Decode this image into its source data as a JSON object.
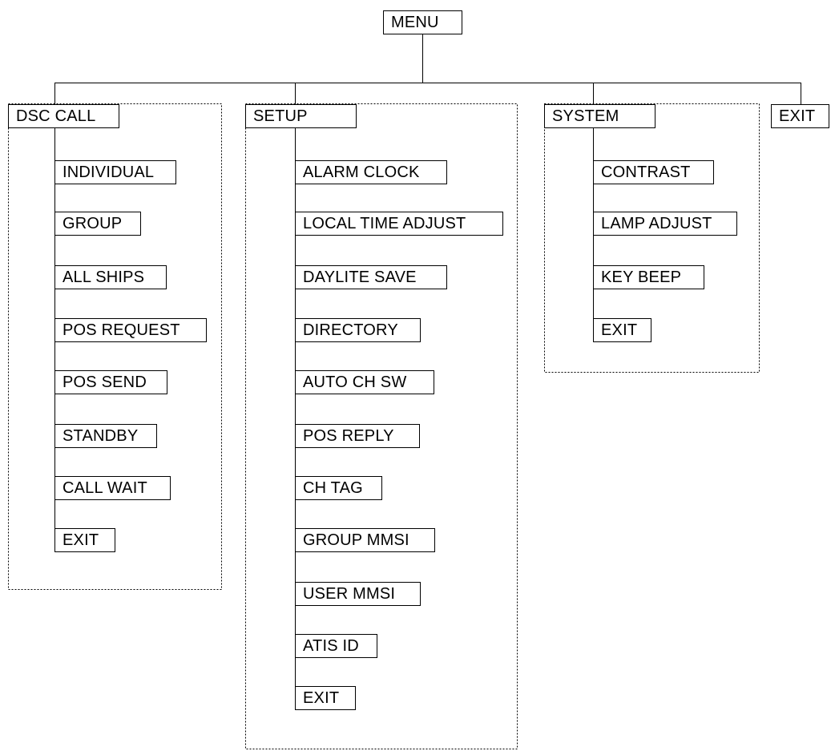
{
  "diagram": {
    "root": {
      "label": "MENU"
    },
    "groups": [
      {
        "label": "DSC CALL",
        "items": [
          "INDIVIDUAL",
          "GROUP",
          "ALL SHIPS",
          "POS REQUEST",
          "POS SEND",
          "STANDBY",
          "CALL WAIT",
          "EXIT"
        ]
      },
      {
        "label": "SETUP",
        "items": [
          "ALARM CLOCK",
          "LOCAL TIME ADJUST",
          "DAYLITE SAVE",
          "DIRECTORY",
          "AUTO CH SW",
          "POS REPLY",
          "CH TAG",
          "GROUP MMSI",
          "USER MMSI",
          "ATIS ID",
          "EXIT"
        ]
      },
      {
        "label": "SYSTEM",
        "items": [
          "CONTRAST",
          "LAMP ADJUST",
          "KEY BEEP",
          "EXIT"
        ]
      },
      {
        "label": "EXIT",
        "items": []
      }
    ]
  }
}
